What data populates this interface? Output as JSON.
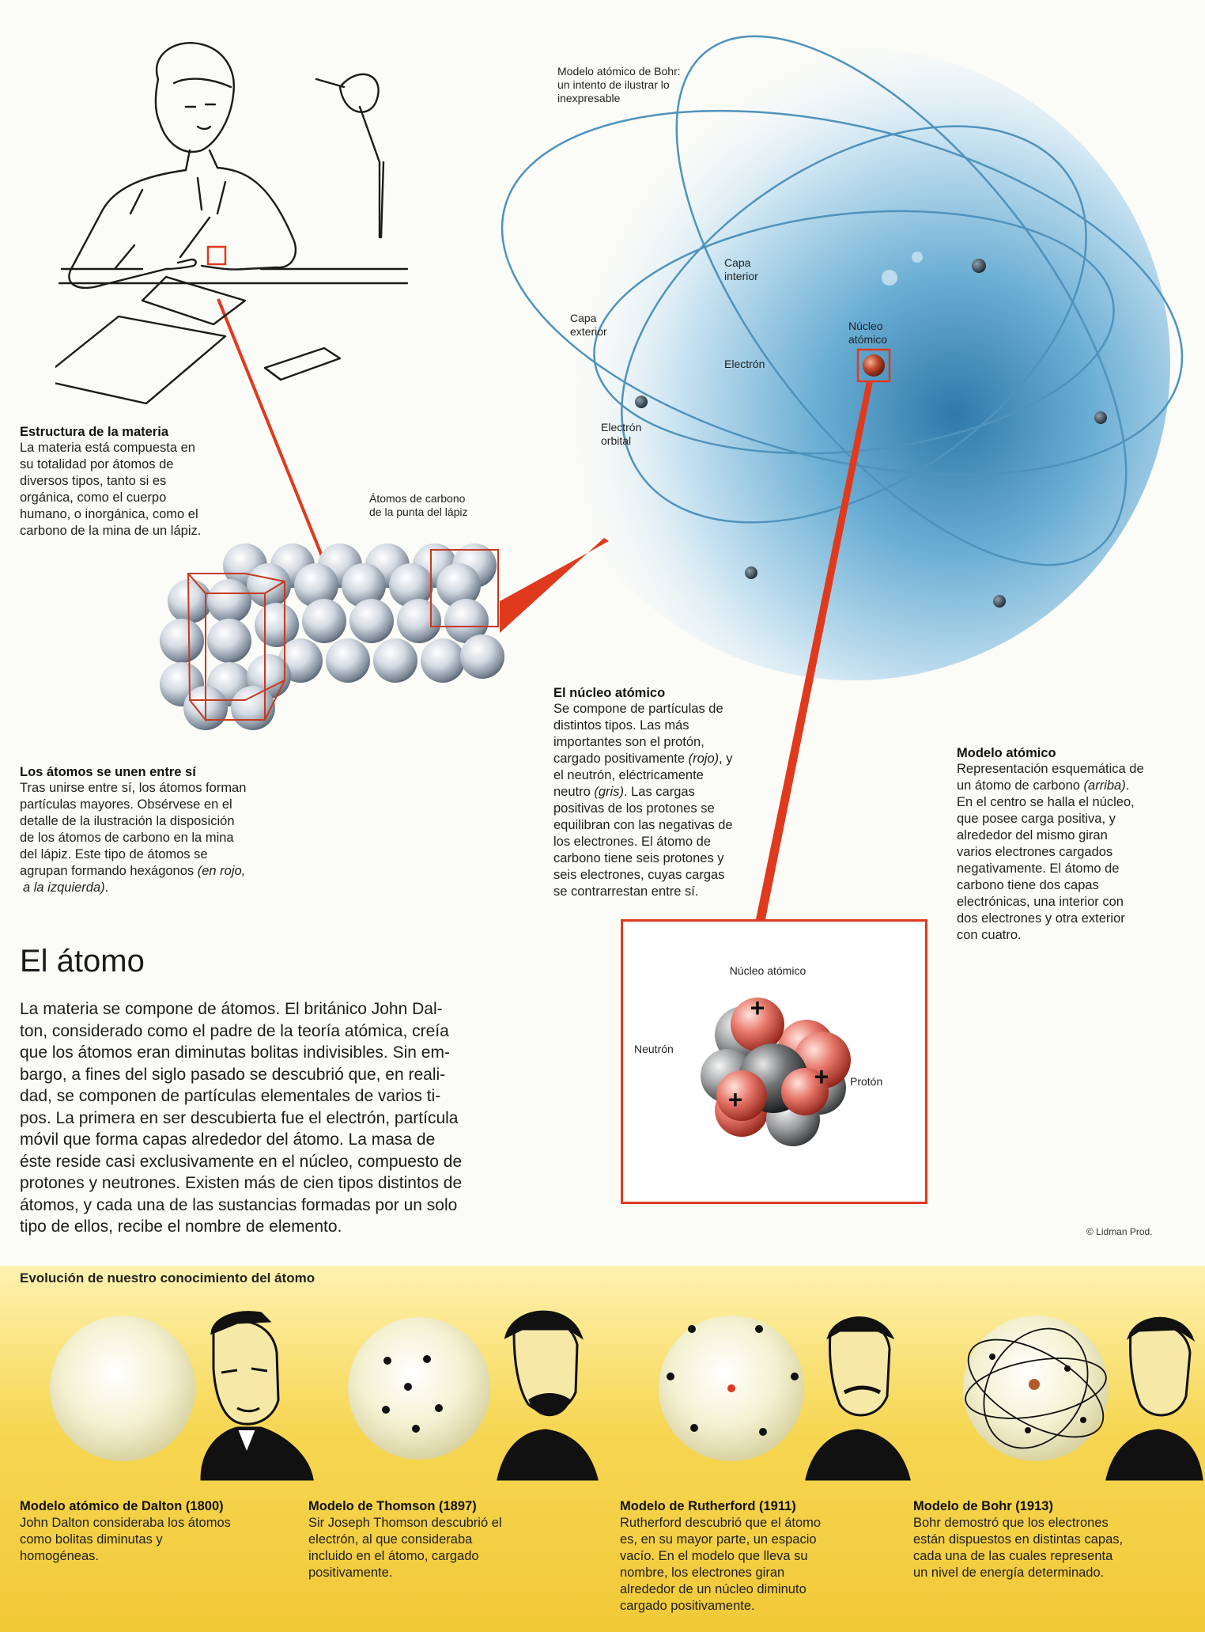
{
  "bohr_caption": [
    "Modelo atómico de Bohr:",
    "un intento de ilustrar lo",
    "inexpresable"
  ],
  "labels": {
    "capa_interior": [
      "Capa",
      "interior"
    ],
    "capa_exterior": [
      "Capa",
      "exterior"
    ],
    "nucleo": [
      "Núcleo",
      "atómico"
    ],
    "electron": "Electrón",
    "electron_orbital": [
      "Electrón",
      "orbital"
    ],
    "atomos_carbono": [
      "Átomos de carbono",
      "de la punta del lápiz"
    ]
  },
  "estructura": {
    "title": "Estructura de la materia",
    "lines": [
      "La materia está compuesta en",
      "su totalidad por átomos de",
      "diversos tipos, tanto si es",
      "orgánica, como el cuerpo",
      "humano, o inorgánica, como el",
      "carbono de la mina de un lápiz."
    ]
  },
  "unen": {
    "title": "Los átomos se unen entre sí",
    "lines": [
      "Tras unirse entre sí, los átomos forman",
      "partículas mayores. Obsérvese en el",
      "detalle de la ilustración la disposición",
      "de los átomos de carbono en la mina",
      "del lápiz. Este tipo de átomos se"
    ],
    "line6_a": "agrupan formando hexágonos ",
    "line6_b": "(en rojo,",
    "line7": "a la izquierda)",
    "line7_end": "."
  },
  "nucleo_caption": {
    "title": "El núcleo atómico",
    "l1": "Se compone de partículas de",
    "l2": "distintos tipos. Las más",
    "l3": "importantes son el protón,",
    "l4a": "cargado positivamente ",
    "l4b": "(rojo)",
    "l4c": ", y",
    "l5": "el neutrón, eléctricamente",
    "l6a": "neutro ",
    "l6b": "(gris)",
    "l6c": ". Las cargas",
    "l7": "positivas de los protones se",
    "l8": "equilibran con las negativas de",
    "l9": "los electrones. El átomo de",
    "l10": "carbono tiene seis protones y",
    "l11": "seis electrones, cuyas cargas",
    "l12": "se contrarrestan entre sí."
  },
  "modelo": {
    "title": "Modelo atómico",
    "l1": "Representación esquemática de",
    "l2a": "un átomo de carbono ",
    "l2b": "(arriba)",
    "l2c": ".",
    "l3": "En el centro se halla el núcleo,",
    "l4": "que posee carga positiva, y",
    "l5": "alrededor del mismo giran",
    "l6": "varios electrones cargados",
    "l7": "negativamente. El átomo de",
    "l8": "carbono tiene dos capas",
    "l9": "electrónicas, una interior con",
    "l10": "dos electrones y otra exterior",
    "l11": "con cuatro."
  },
  "nucleus_box": {
    "title": "Núcleo atómico",
    "neutron": "Neutrón",
    "proton": "Protón",
    "plus": "+"
  },
  "main": {
    "heading": "El átomo",
    "lines": [
      "La materia se compone de átomos. El británico John Dal-",
      "ton, considerado como el padre de la teoría atómica, creía",
      "que los átomos eran diminutas bolitas indivisibles. Sin em-",
      "bargo, a fines del siglo pasado se descubrió que, en reali-",
      "dad, se componen de partículas elementales de varios ti-",
      "pos. La primera en ser descubierta fue el electrón, partícula",
      "móvil que forma capas alrededor del átomo. La masa de",
      "éste reside casi exclusivamente en el núcleo, compuesto de",
      "protones y neutrones. Existen más de cien tipos distintos de",
      "átomos, y cada una de las sustancias formadas por un solo",
      "tipo de ellos, recibe el nombre de elemento."
    ]
  },
  "copyright": "© Lidman Prod.",
  "evolution": {
    "title": "Evolución de nuestro conocimiento del átomo",
    "models": [
      {
        "title": "Modelo atómico de Dalton (1800)",
        "lines": [
          "John Dalton consideraba los átomos",
          "como bolitas diminutas y",
          "homogéneas."
        ]
      },
      {
        "title": "Modelo de Thomson (1897)",
        "lines": [
          "Sir Joseph Thomson descubrió el",
          "electrón, al que consideraba",
          "incluido en el átomo, cargado",
          "positivamente."
        ]
      },
      {
        "title": "Modelo de Rutherford (1911)",
        "lines": [
          "Rutherford descubrió que el átomo",
          "es, en su mayor parte, un espacio",
          "vacío. En el modelo que lleva su",
          "nombre, los electrones giran",
          "alrededor de un núcleo diminuto",
          "cargado positivamente."
        ]
      },
      {
        "title": "Modelo de Bohr (1913)",
        "lines": [
          "Bohr demostró que los electrones",
          "están dispuestos en distintas capas,",
          "cada una de las cuales representa",
          "un nivel de energía determinado."
        ]
      }
    ]
  },
  "colors": {
    "accent_red": "#e03a1e",
    "sphere_blue": "#5fa6cf",
    "band_yellow": "#f4d24a"
  }
}
